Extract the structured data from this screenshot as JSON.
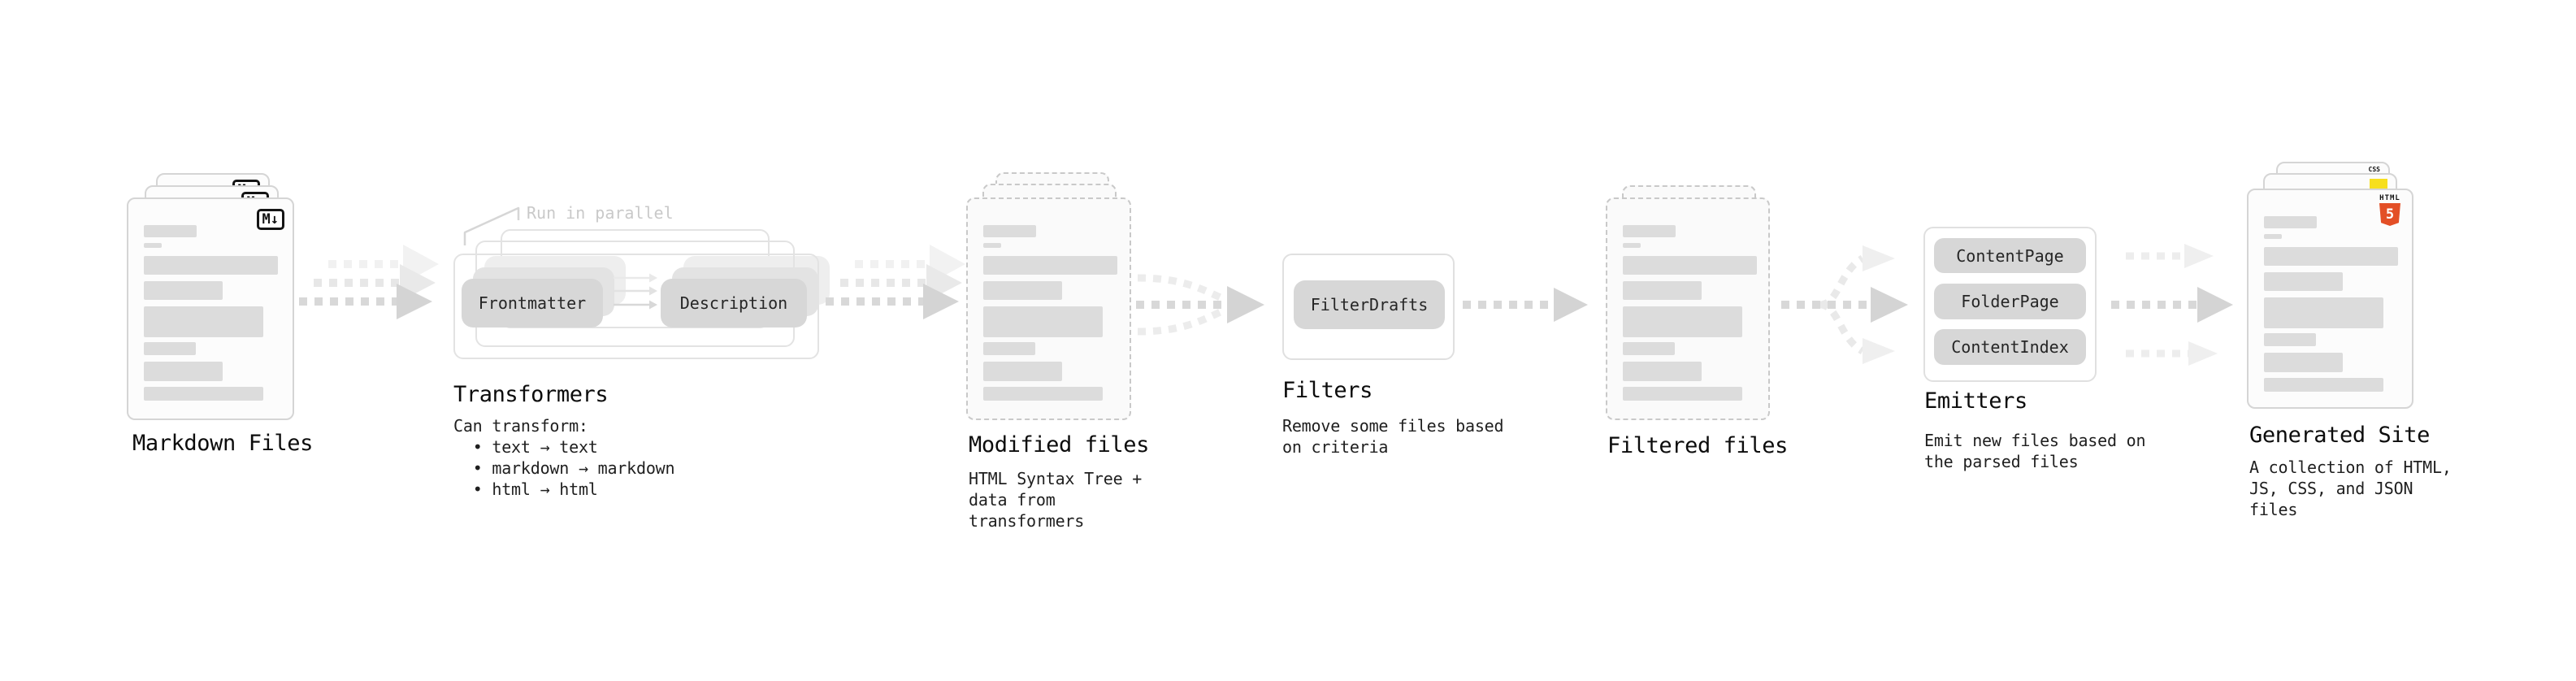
{
  "stations": {
    "markdown_files": {
      "label": "Markdown Files",
      "badge": "M↓"
    },
    "transformers": {
      "label": "Transformers",
      "annotation": "Run in parallel",
      "pill_frontmatter": "Frontmatter",
      "pill_description": "Description",
      "description": "Can transform:\n  • text → text\n  • markdown → markdown\n  • html → html"
    },
    "modified_files": {
      "label": "Modified files",
      "description": "HTML Syntax Tree +\ndata from transformers"
    },
    "filters": {
      "label": "Filters",
      "pill_filterdrafts": "FilterDrafts",
      "description": "Remove some files based\non criteria"
    },
    "filtered_files": {
      "label": "Filtered files"
    },
    "emitters": {
      "label": "Emitters",
      "pill_contentpage": "ContentPage",
      "pill_folderpage": "FolderPage",
      "pill_contentindex": "ContentIndex",
      "description": "Emit new files based on\nthe parsed files"
    },
    "generated_site": {
      "label": "Generated Site",
      "badge_css": "CSS",
      "badge_html": "HTML",
      "badge_html_number": "5",
      "description": "A collection of HTML,\nJS, CSS, and JSON files"
    }
  },
  "colors": {
    "js_badge_yellow": "#f7df1e",
    "css_badge_blue": "#2965f1",
    "html5_orange": "#e34f26"
  }
}
